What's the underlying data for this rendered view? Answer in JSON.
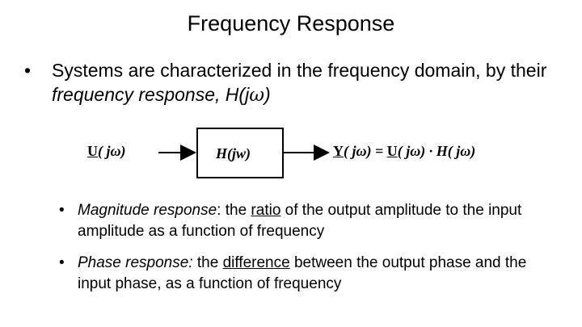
{
  "slide": {
    "title": "Frequency Response",
    "bullet": {
      "marker": "•",
      "text_before": "Systems are characterized in the frequency domain, by their ",
      "emph": "frequency response, H(j",
      "omega": "ω",
      "close": ")"
    },
    "diagram": {
      "input_label_u": "U",
      "input_label_rest": "( jω)",
      "box_label": "H(jw)",
      "output_eq_y": "Y",
      "output_eq_mid": "( jω) = ",
      "output_eq_u": "U",
      "output_eq_end": "( jω) · H( jω)"
    },
    "sub_bullets": [
      {
        "marker": "•",
        "term": "Magnitude response",
        "sep": ": the ",
        "key": "ratio",
        "rest": " of the output amplitude to the input amplitude as a function of frequency"
      },
      {
        "marker": "•",
        "term": "Phase response:",
        "sep": " the ",
        "key": "difference",
        "rest": " between the output phase and the input phase, as a function of frequency"
      }
    ]
  }
}
